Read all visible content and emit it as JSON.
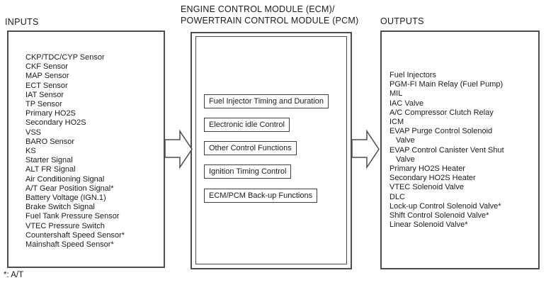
{
  "colors": {
    "background": "#ffffff",
    "line": "#4d4d4d",
    "text": "#1b1b1b"
  },
  "title": {
    "line1": "ENGINE CONTROL MODULE (ECM)/",
    "line2": "POWERTRAIN CONTROL MODULE (PCM)"
  },
  "inputs": {
    "label": "INPUTS",
    "items": [
      "CKP/TDC/CYP Sensor",
      "CKF Sensor",
      "MAP Sensor",
      "ECT Sensor",
      "IAT Sensor",
      "TP Sensor",
      "Primary HO2S",
      "Secondary HO2S",
      "VSS",
      "BARO Sensor",
      "KS",
      "Starter Signal",
      "ALT FR Signal",
      "Air Conditioning Signal",
      "A/T Gear Position Signal*",
      "Battery Voltage (IGN.1)",
      "Brake Switch Signal",
      "Fuel Tank Pressure Sensor",
      "VTEC Pressure Switch",
      "Countershaft Speed Sensor*",
      "Mainshaft Speed Sensor*"
    ]
  },
  "ecm": {
    "functions": [
      "Fuel Injector Timing and Duration",
      "Electronic idle Control",
      "Other Control Functions",
      "Ignition Timing Control",
      "ECM/PCM Back-up Functions"
    ]
  },
  "outputs": {
    "label": "OUTPUTS",
    "items": [
      "Fuel Injectors",
      "PGM-FI Main Relay (Fuel Pump)",
      "MIL",
      "IAC Valve",
      "A/C Compressor Clutch Relay",
      "ICM",
      "EVAP Purge Control Solenoid\nValve",
      "EVAP Control Canister Vent Shut\nValve",
      "Primary HO2S Heater",
      "Secondary HO2S Heater",
      "VTEC Solenoid Valve",
      "DLC",
      "Lock-up Control Solenoid Valve*",
      "Shift Control Solenoid Valve*",
      "Linear Solenoid Valve*"
    ]
  },
  "footnote": "*: A/T"
}
